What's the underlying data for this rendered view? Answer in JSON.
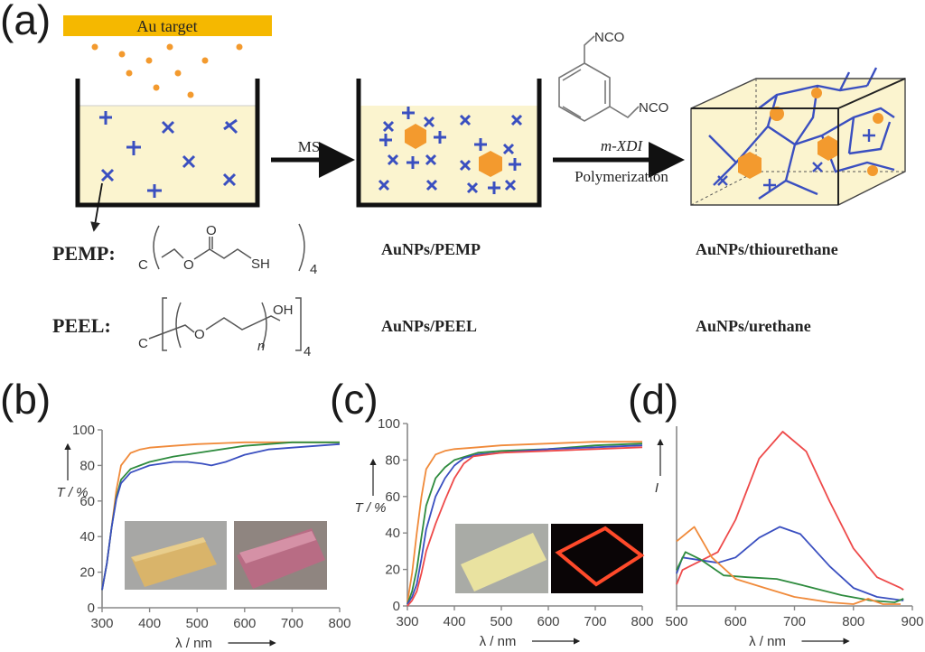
{
  "panel_labels": {
    "a": "(a)",
    "b": "(b)",
    "c": "(c)",
    "d": "(d)"
  },
  "scheme": {
    "au_target": "Au target",
    "step1_label": "MS",
    "reagent_group_1": "NCO",
    "reagent_group_2": "NCO",
    "reagent_name": "m-XDI",
    "step2_label": "Polymerization",
    "pemp": {
      "label": "PEMP:",
      "core": "C",
      "o_ring": "O",
      "o_carbonyl": "O",
      "end": "SH",
      "subscript": "4"
    },
    "peel": {
      "label": "PEEL:",
      "core": "C",
      "o_ring": "O",
      "end": "OH",
      "repeat": "n",
      "subscript": "4"
    },
    "products_mid": [
      "AuNPs/PEMP",
      "AuNPs/PEEL"
    ],
    "products_right": [
      "AuNPs/thiourethane",
      "AuNPs/urethane"
    ]
  },
  "colors": {
    "orange": "#f08a3a",
    "green": "#2e8b3e",
    "blue": "#3a4fc0",
    "red": "#ee4a4a",
    "gold": "#f5b800",
    "np": "#f39a2e",
    "liquid": "#fbf4cf"
  },
  "chart_data": [
    {
      "type": "line",
      "panel": "b",
      "xlabel": "λ / nm",
      "ylabel": "T / %",
      "xlim": [
        300,
        800
      ],
      "ylim": [
        0,
        100
      ],
      "xticks": [
        "300",
        "400",
        "500",
        "600",
        "700",
        "800"
      ],
      "yticks": [
        "0",
        "20",
        "40",
        "60",
        "80",
        "100"
      ],
      "series": [
        {
          "name": "orange",
          "color": "#f08a3a",
          "x": [
            300,
            310,
            320,
            330,
            340,
            360,
            380,
            400,
            450,
            500,
            600,
            700,
            800
          ],
          "y": [
            10,
            25,
            45,
            66,
            80,
            87,
            89,
            90,
            91,
            92,
            93,
            93,
            93
          ]
        },
        {
          "name": "green",
          "color": "#2e8b3e",
          "x": [
            300,
            310,
            320,
            330,
            340,
            360,
            380,
            400,
            450,
            500,
            600,
            700,
            800
          ],
          "y": [
            10,
            25,
            45,
            62,
            72,
            78,
            80,
            82,
            85,
            87,
            91,
            93,
            93
          ]
        },
        {
          "name": "blue",
          "color": "#3a4fc0",
          "x": [
            300,
            310,
            320,
            330,
            340,
            360,
            380,
            400,
            450,
            480,
            510,
            530,
            560,
            600,
            650,
            700,
            800
          ],
          "y": [
            10,
            25,
            45,
            61,
            70,
            76,
            78,
            80,
            82,
            82,
            81,
            80,
            82,
            86,
            89,
            90,
            92
          ]
        }
      ]
    },
    {
      "type": "line",
      "panel": "c",
      "xlabel": "λ / nm",
      "ylabel": "T / %",
      "xlim": [
        300,
        800
      ],
      "ylim": [
        0,
        100
      ],
      "xticks": [
        "300",
        "400",
        "500",
        "600",
        "700",
        "800"
      ],
      "yticks": [
        "0",
        "20",
        "40",
        "60",
        "80",
        "100"
      ],
      "series": [
        {
          "name": "orange",
          "color": "#f08a3a",
          "x": [
            300,
            310,
            320,
            330,
            340,
            360,
            380,
            400,
            450,
            500,
            600,
            700,
            800
          ],
          "y": [
            2,
            18,
            40,
            60,
            75,
            83,
            85,
            86,
            87,
            88,
            89,
            90,
            90
          ]
        },
        {
          "name": "green",
          "color": "#2e8b3e",
          "x": [
            300,
            310,
            320,
            330,
            340,
            360,
            380,
            400,
            450,
            500,
            600,
            700,
            800
          ],
          "y": [
            1,
            8,
            20,
            38,
            55,
            70,
            76,
            80,
            84,
            85,
            86,
            88,
            89
          ]
        },
        {
          "name": "blue",
          "color": "#3a4fc0",
          "x": [
            300,
            310,
            320,
            330,
            340,
            360,
            380,
            400,
            420,
            450,
            500,
            600,
            700,
            800
          ],
          "y": [
            1,
            5,
            12,
            26,
            42,
            60,
            70,
            77,
            81,
            83,
            84,
            86,
            87,
            88
          ]
        },
        {
          "name": "red",
          "color": "#ee4a4a",
          "x": [
            300,
            310,
            320,
            330,
            340,
            360,
            380,
            400,
            420,
            440,
            500,
            600,
            700,
            800
          ],
          "y": [
            0,
            3,
            8,
            18,
            30,
            45,
            58,
            70,
            78,
            82,
            84,
            85,
            86,
            87
          ]
        }
      ]
    },
    {
      "type": "line",
      "panel": "d",
      "xlabel": "λ / nm",
      "ylabel": "I",
      "xlim": [
        500,
        900
      ],
      "ylim": [
        0,
        100
      ],
      "xticks": [
        "500",
        "600",
        "700",
        "800",
        "900"
      ],
      "yticks": [],
      "series": [
        {
          "name": "red",
          "color": "#ee4a4a",
          "x": [
            500,
            510,
            540,
            570,
            600,
            640,
            680,
            720,
            760,
            800,
            840,
            880,
            885
          ],
          "y": [
            12,
            20,
            25,
            30,
            48,
            82,
            97,
            86,
            58,
            32,
            16,
            10,
            9
          ]
        },
        {
          "name": "blue",
          "color": "#3a4fc0",
          "x": [
            500,
            510,
            530,
            570,
            600,
            640,
            675,
            710,
            760,
            800,
            840,
            885
          ],
          "y": [
            18,
            27,
            26,
            24,
            27,
            38,
            44,
            40,
            22,
            10,
            5,
            3
          ]
        },
        {
          "name": "green",
          "color": "#2e8b3e",
          "x": [
            500,
            515,
            540,
            580,
            620,
            670,
            720,
            780,
            830,
            870,
            885
          ],
          "y": [
            20,
            30,
            26,
            17,
            16,
            15,
            11,
            6,
            3,
            2,
            4
          ]
        },
        {
          "name": "orange",
          "color": "#f08a3a",
          "x": [
            500,
            530,
            560,
            600,
            650,
            700,
            760,
            800,
            825,
            850,
            880
          ],
          "y": [
            36,
            44,
            27,
            15,
            10,
            5,
            2,
            1,
            4,
            1,
            1
          ]
        }
      ]
    }
  ]
}
